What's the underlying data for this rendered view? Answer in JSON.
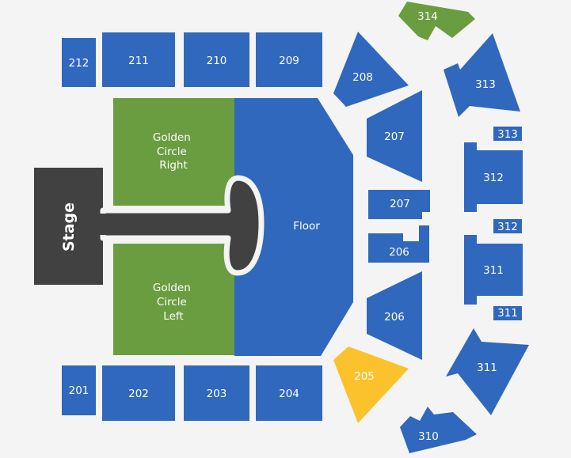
{
  "colors": {
    "background": "#f4f4f4",
    "standard": "#2f68bd",
    "golden_circle": "#6a9d3f",
    "highlight_yellow": "#fcc22c",
    "highlight_green": "#6a9d3f",
    "stage": "#414141"
  },
  "stage": {
    "label": "Stage"
  },
  "floor": {
    "label": "Floor"
  },
  "golden_circle_right": {
    "lines": [
      "Golden",
      "Circle",
      "Right"
    ]
  },
  "golden_circle_left": {
    "lines": [
      "Golden",
      "Circle",
      "Left"
    ]
  },
  "sections": {
    "s212": "212",
    "s211": "211",
    "s210": "210",
    "s209": "209",
    "s208": "208",
    "s207": "207",
    "s207b": "207",
    "s206b": "206",
    "s206": "206",
    "s205": "205",
    "s201": "201",
    "s202": "202",
    "s203": "203",
    "s204": "204",
    "s314": "314",
    "s313": "313",
    "s313b": "313",
    "s312": "312",
    "s312b": "312",
    "s311": "311",
    "s311b": "311",
    "s311c": "311",
    "s310": "310"
  }
}
